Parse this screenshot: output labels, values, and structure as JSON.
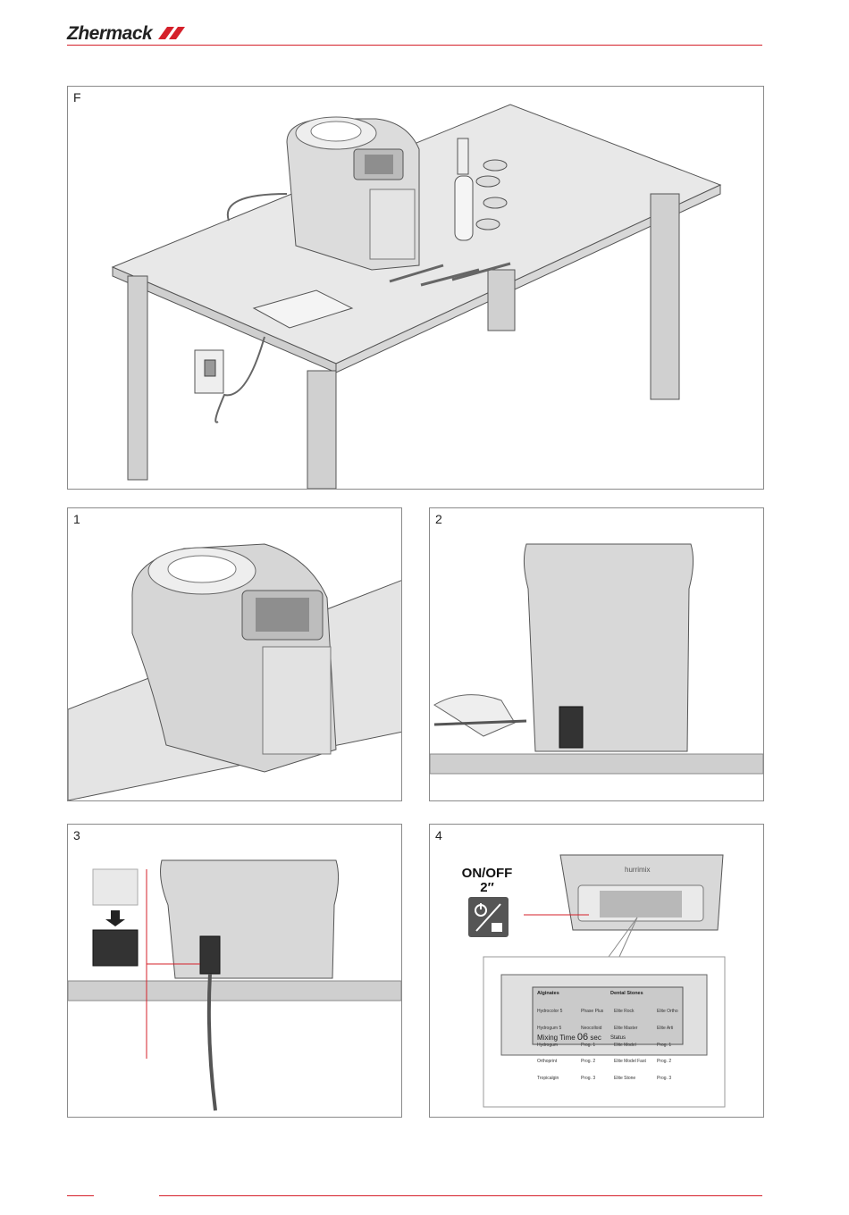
{
  "header": {
    "brand": "Zhermack",
    "accent_color": "#d5202a"
  },
  "panels": {
    "f": {
      "label": "F"
    },
    "p1": {
      "label": "1"
    },
    "p2": {
      "label": "2"
    },
    "p3": {
      "label": "3"
    },
    "p4": {
      "label": "4",
      "callout_title": "ON/OFF",
      "callout_time": "2″",
      "device_brand": "hurrimix",
      "lcd": {
        "alginates_title": "Alginates",
        "alginates_col1": [
          "Hydrocolor 5",
          "Hydrogum 5",
          "Hydrogum",
          "Orthoprint",
          "Tropicalgin"
        ],
        "alginates_col2": [
          "Phase Plus",
          "Neocolloid",
          "Prog. 1",
          "Prog. 2",
          "Prog. 3"
        ],
        "stones_title": "Dental Stones",
        "stones_col1": [
          "Elite Rock",
          "Elite Master",
          "Elite Model",
          "Elite Model Fast",
          "Elite Stone"
        ],
        "stones_col2": [
          "Elite Ortho",
          "Elite Arti",
          "Prog. 1",
          "Prog. 2",
          "Prog. 3"
        ],
        "mixing_label": "Mixing Time",
        "mixing_value": "06",
        "mixing_unit": "sec",
        "status_label": "Status"
      }
    }
  }
}
